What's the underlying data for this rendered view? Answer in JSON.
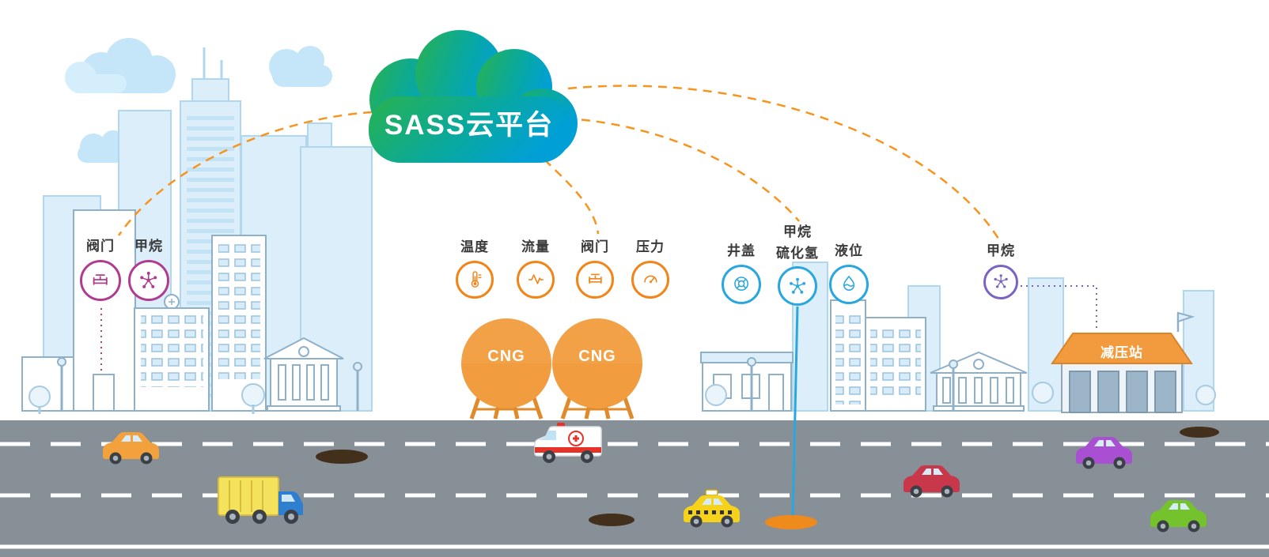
{
  "palette": {
    "cloud_gradient_start": "#29b24e",
    "cloud_gradient_end": "#00a0d6",
    "link_dash": "#f7941e",
    "city_group": "#b03c8f",
    "cng_group": "#f08519",
    "pipeline_group": "#2aa7e0",
    "station_group": "#7a63c3",
    "tank": "#f3a146",
    "station_roof": "#f29a3e",
    "road": "#878f97"
  },
  "cloud": {
    "label": "SASS云平台"
  },
  "groups": {
    "city": {
      "color": "#b03c8f",
      "sensors": [
        {
          "label": "阀门",
          "icon": "valve-icon"
        },
        {
          "label": "甲烷",
          "icon": "methane-molecule-icon"
        }
      ]
    },
    "cng": {
      "color": "#f08519",
      "sensors": [
        {
          "label": "温度",
          "icon": "thermometer-icon"
        },
        {
          "label": "流量",
          "icon": "flow-icon"
        },
        {
          "label": "阀门",
          "icon": "valve-icon"
        },
        {
          "label": "压力",
          "icon": "pressure-gauge-icon"
        }
      ]
    },
    "pipeline": {
      "color": "#2aa7e0",
      "sensors": [
        {
          "label": "井盖",
          "icon": "manhole-icon"
        },
        {
          "label": "甲烷",
          "label2": "硫化氢",
          "icon": "methane-molecule-icon"
        },
        {
          "label": "液位",
          "icon": "liquid-level-icon"
        }
      ]
    },
    "station": {
      "color": "#7a63c3",
      "sensors": [
        {
          "label": "甲烷",
          "icon": "methane-molecule-icon"
        }
      ]
    }
  },
  "tanks": [
    {
      "label": "CNG"
    },
    {
      "label": "CNG"
    }
  ],
  "station_building": {
    "label": "减压站"
  }
}
